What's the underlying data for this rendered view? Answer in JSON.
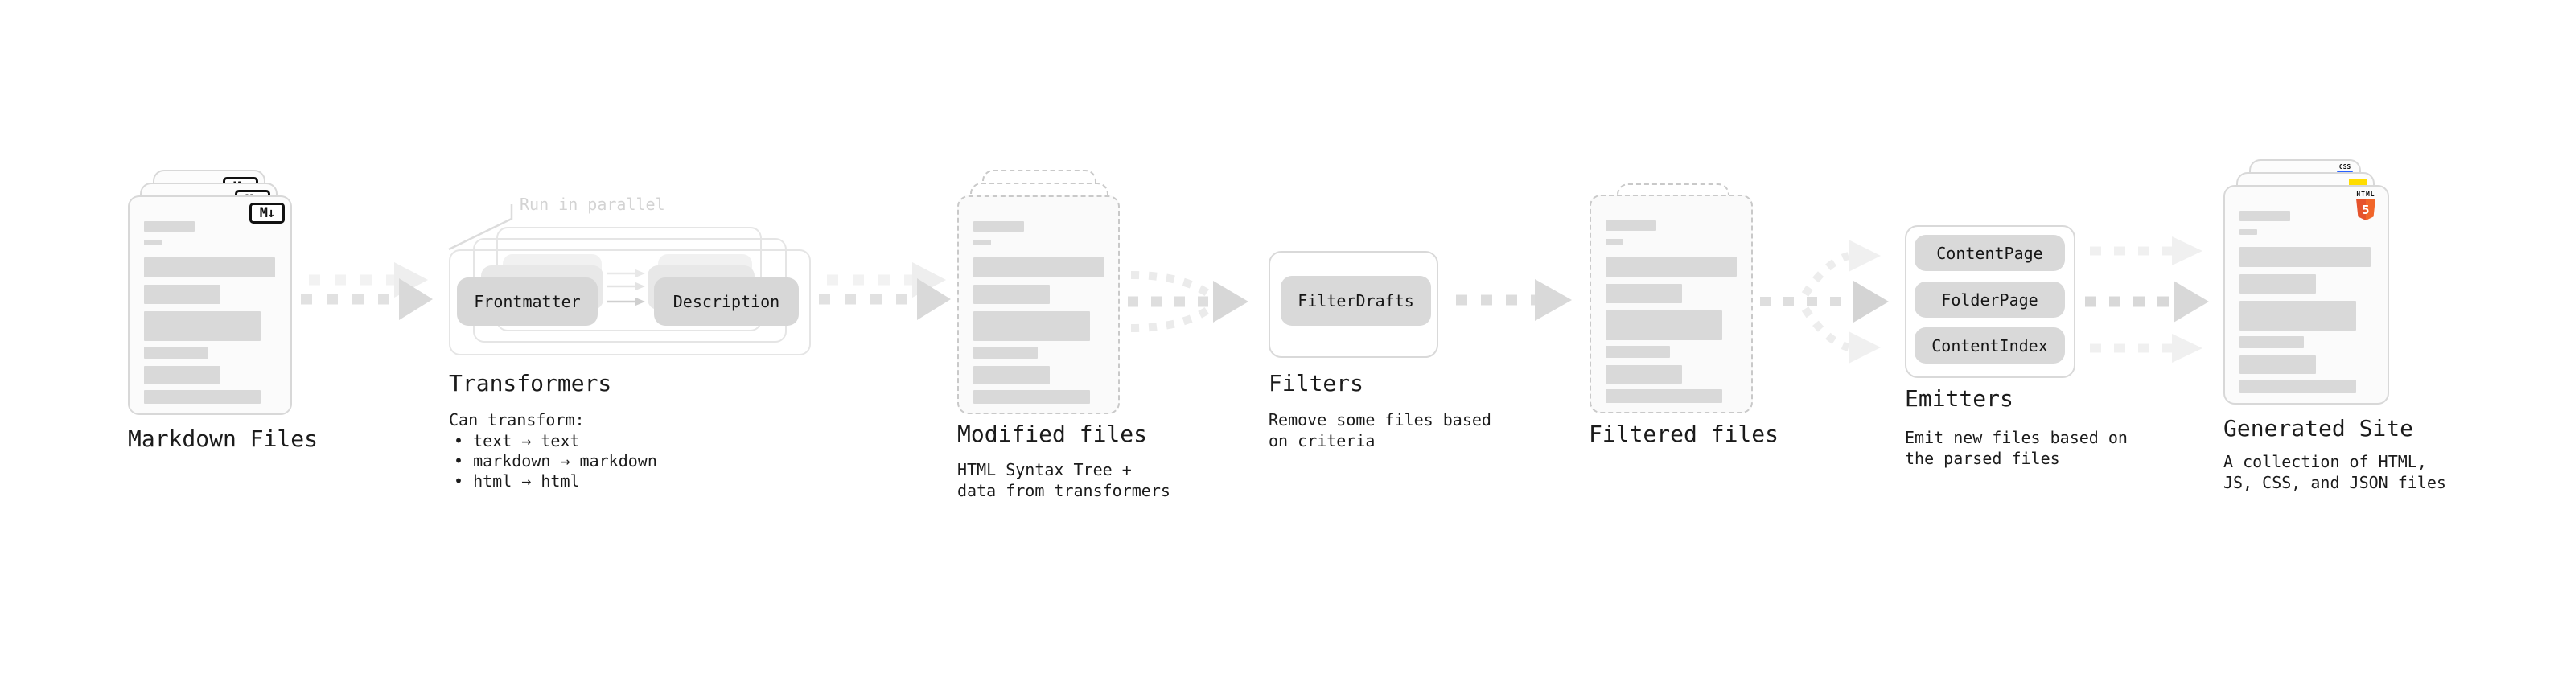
{
  "stages": {
    "markdown_files": {
      "label": "Markdown Files",
      "icon_text": "M↓"
    },
    "transformers": {
      "callout": "Run in parallel",
      "nodes": [
        "Frontmatter",
        "Description"
      ],
      "label": "Transformers",
      "description": "Can transform:",
      "bullets": [
        "• text → text",
        "• markdown → markdown",
        "• html → html"
      ]
    },
    "modified_files": {
      "label": "Modified files",
      "description": "HTML Syntax Tree +\ndata from transformers"
    },
    "filters": {
      "nodes": [
        "FilterDrafts"
      ],
      "label": "Filters",
      "description": "Remove some files based\non criteria"
    },
    "filtered_files": {
      "label": "Filtered files"
    },
    "emitters": {
      "nodes": [
        "ContentPage",
        "FolderPage",
        "ContentIndex"
      ],
      "label": "Emitters",
      "description": "Emit new files based on\nthe parsed files"
    },
    "generated_site": {
      "label": "Generated Site",
      "description": "A collection of HTML,\nJS, CSS, and JSON files",
      "html5_badge_word": "HTML",
      "html5_badge_number": "5",
      "css_badge_text": "CSS"
    }
  },
  "colors": {
    "html5_orange": "#e5532c",
    "js_yellow": "#ffdd00",
    "css_blue": "#2962ff",
    "placeholder_bar_gray": "#d9d9d9",
    "arrow_gray": "#d9d9d9",
    "callout_gray": "#d3d3d3"
  }
}
